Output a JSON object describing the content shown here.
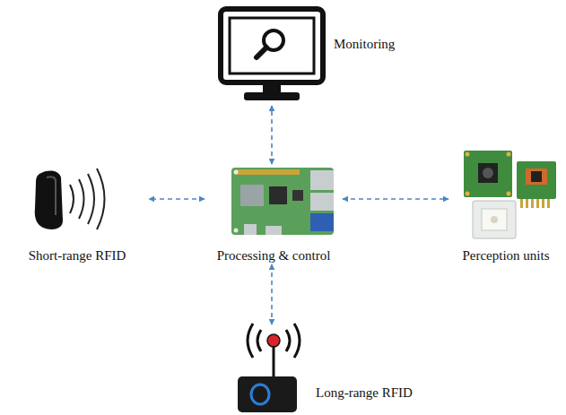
{
  "diagram": {
    "nodes": [
      {
        "text": [
          "Monitoring"
        ]
      },
      {
        "text": [
          "Short-range RFID"
        ]
      },
      {
        "text": [
          "Processing & control"
        ]
      },
      {
        "text": [
          "Perception units"
        ]
      },
      {
        "text": [
          "Long-range RFID"
        ]
      }
    ],
    "edges": [
      {
        "from": 2,
        "to": 0,
        "arrow": "both"
      },
      {
        "from": 2,
        "to": 1,
        "arrow": "both"
      },
      {
        "from": 2,
        "to": 3,
        "arrow": "both"
      },
      {
        "from": 2,
        "to": 4,
        "arrow": "both"
      }
    ]
  }
}
